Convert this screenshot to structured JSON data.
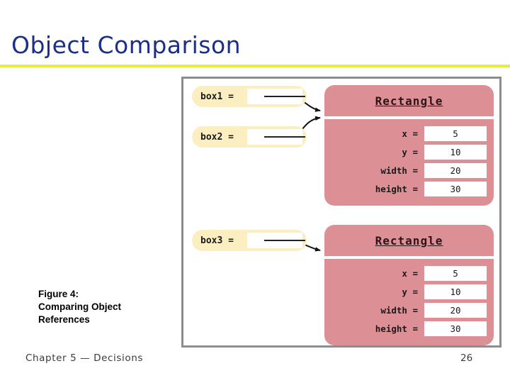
{
  "slide": {
    "title": "Object Comparison",
    "accent_rule_color": "#ecea3a",
    "title_color": "#1b2f8a",
    "page_number": "26",
    "footer": "Chapter 5 — Decisions"
  },
  "figure": {
    "caption": "Figure 4:\nComparing Object References",
    "caption_line1": "Figure 4:",
    "caption_line2": "Comparing Object",
    "caption_line3": "References",
    "frame_border_color": "#8d8d8d",
    "object_color": "#dd8f96",
    "variable_color": "#fbeec0",
    "variables": [
      {
        "label": "box1 =",
        "value": ""
      },
      {
        "label": "box2 =",
        "value": ""
      },
      {
        "label": "box3 =",
        "value": ""
      }
    ],
    "objects": [
      {
        "title": "Rectangle",
        "fields": [
          {
            "name": "x =",
            "value": "5"
          },
          {
            "name": "y =",
            "value": "10"
          },
          {
            "name": "width =",
            "value": "20"
          },
          {
            "name": "height =",
            "value": "30"
          }
        ]
      },
      {
        "title": "Rectangle",
        "fields": [
          {
            "name": "x =",
            "value": "5"
          },
          {
            "name": "y =",
            "value": "10"
          },
          {
            "name": "width =",
            "value": "20"
          },
          {
            "name": "height =",
            "value": "30"
          }
        ]
      }
    ]
  }
}
